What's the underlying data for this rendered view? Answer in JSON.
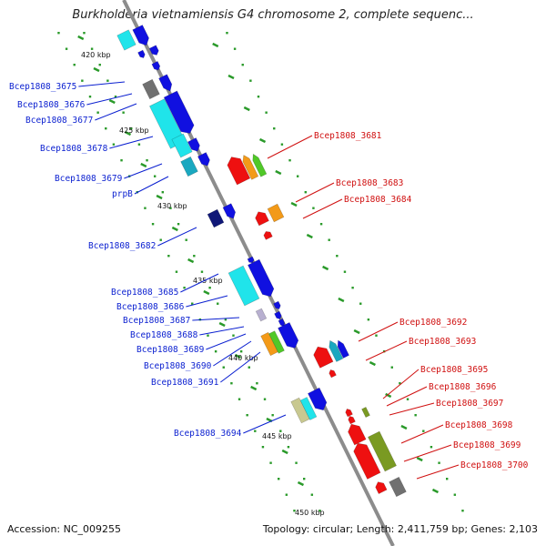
{
  "title": "Burkholderia vietnamiensis G4 chromosome 2, complete sequenc...",
  "footer": {
    "accession": "Accession: NC_009255",
    "topology": "Topology: circular; Length: 2,411,759 bp; Genes: 2,103"
  },
  "ticks": [
    "420 kbp",
    "425 kbp",
    "430 kbp",
    "435 kbp",
    "440 kbp",
    "445 kbp",
    "450 kbp"
  ],
  "colors": {
    "forward_label": "#0a1fd0",
    "reverse_label": "#d01010",
    "backbone": "#8c8c8c",
    "gene_blue": "#1010e0",
    "gene_cyan": "#20e4ea",
    "gene_red": "#ee1010",
    "gene_orange": "#f39a18",
    "gene_green": "#50c828",
    "gene_olive": "#7a9a22",
    "gene_gray": "#707070",
    "gene_navy": "#101878",
    "gene_teal": "#1aa8c0",
    "gene_khaki": "#c8c890",
    "gene_lilac": "#b8b0d0"
  },
  "forward_labels": [
    "Bcep1808_3675",
    "Bcep1808_3676",
    "Bcep1808_3677",
    "Bcep1808_3678",
    "Bcep1808_3679",
    "prpB",
    "Bcep1808_3682",
    "Bcep1808_3685",
    "Bcep1808_3686",
    "Bcep1808_3687",
    "Bcep1808_3688",
    "Bcep1808_3689",
    "Bcep1808_3690",
    "Bcep1808_3691",
    "Bcep1808_3694"
  ],
  "reverse_labels": [
    "Bcep1808_3681",
    "Bcep1808_3683",
    "Bcep1808_3684",
    "Bcep1808_3692",
    "Bcep1808_3693",
    "Bcep1808_3695",
    "Bcep1808_3696",
    "Bcep1808_3697",
    "Bcep1808_3698",
    "Bcep1808_3699",
    "Bcep1808_3700"
  ]
}
